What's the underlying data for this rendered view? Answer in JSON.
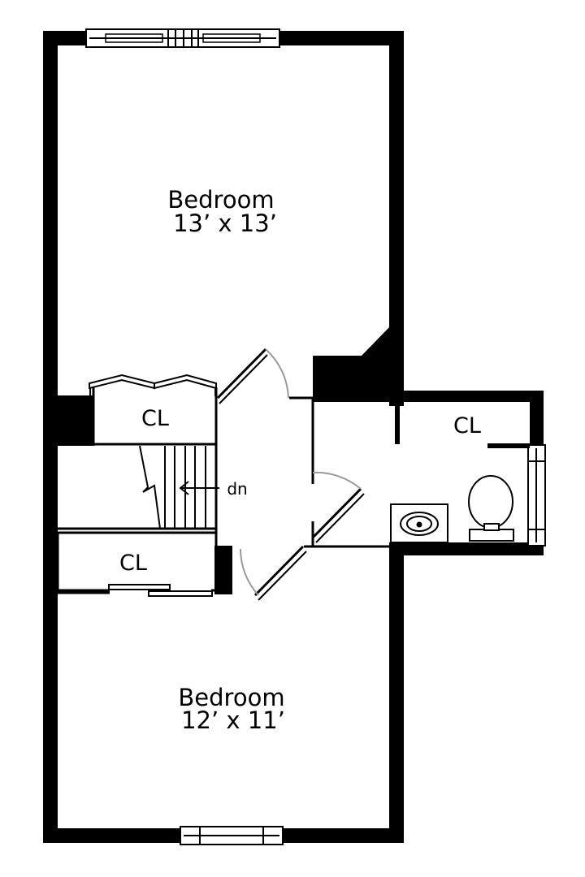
{
  "rooms": {
    "bedroom_upper": {
      "name": "Bedroom",
      "dimensions": "13’ x 13’"
    },
    "bedroom_lower": {
      "name": "Bedroom",
      "dimensions": "12’ x 11’"
    }
  },
  "closets": {
    "upper_left": "CL",
    "lower_left": "CL",
    "bath": "CL"
  },
  "stairs": {
    "direction_label": "dn"
  },
  "colors": {
    "wall": "#000000",
    "line": "#000000",
    "door_arc": "#9a9a9a",
    "background": "#ffffff"
  }
}
